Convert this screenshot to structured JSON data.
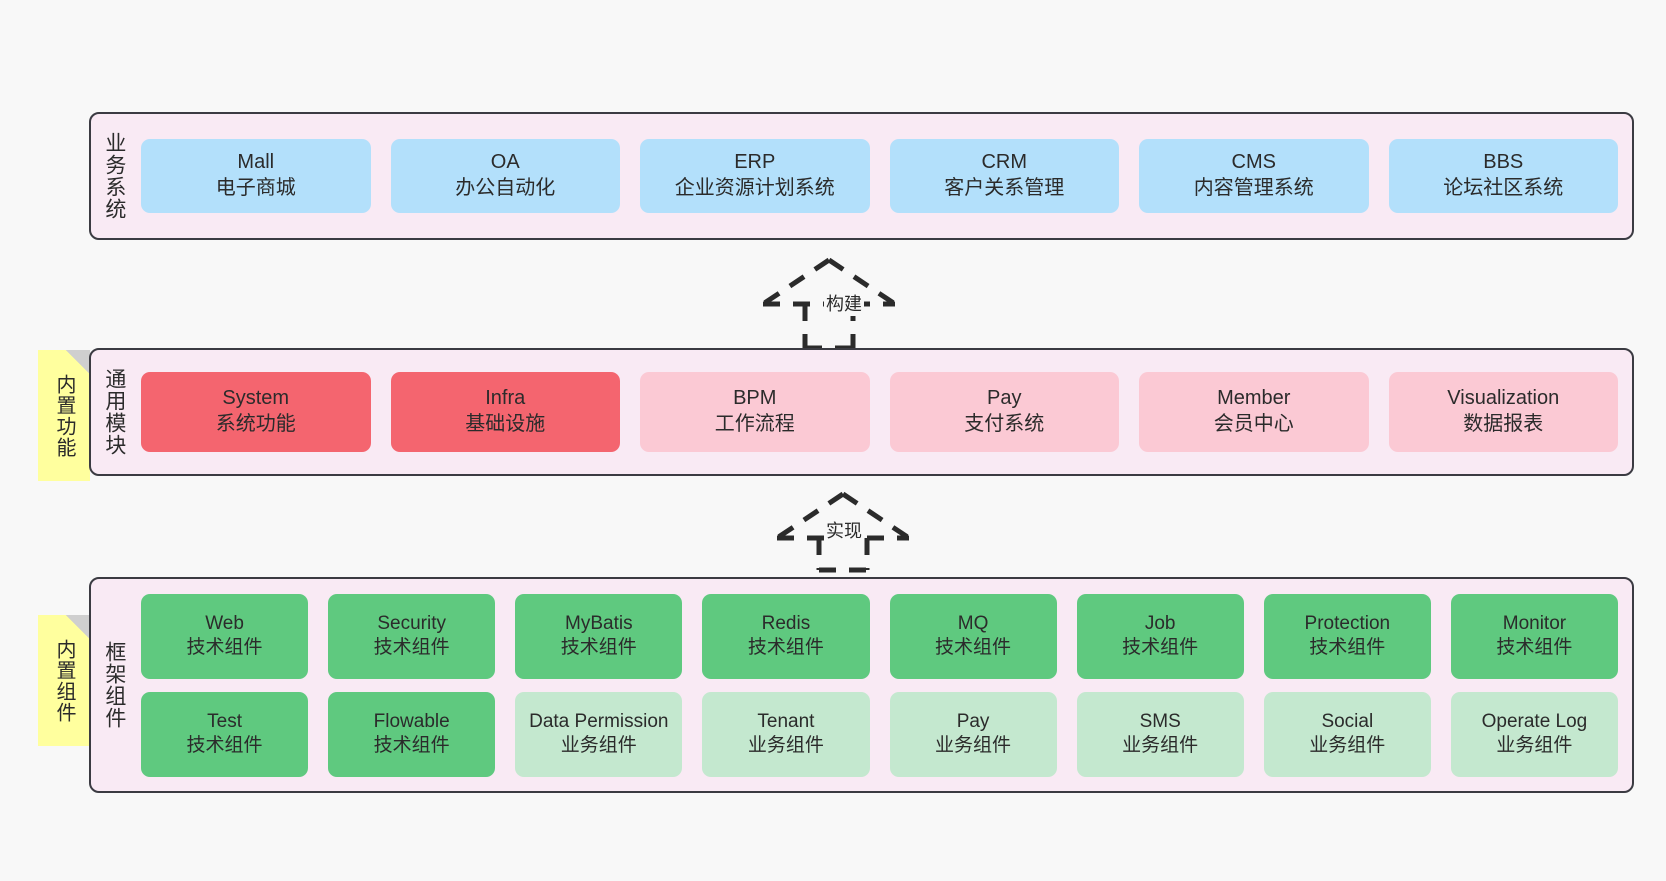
{
  "theme": {
    "background": "#f8f8f8",
    "panel_fill": "#f9eaf4",
    "panel_border": "#3b3b42",
    "business_box": "#b3e0fb",
    "module_active": "#f4656f",
    "module_inactive": "#fbc9d4",
    "tech_component": "#5fc97f",
    "biz_component": "#c4e8cf",
    "note_fill": "#ffff9e"
  },
  "layers": {
    "business": {
      "title": "业务系统",
      "items": [
        {
          "name": "Mall",
          "desc": "电子商城"
        },
        {
          "name": "OA",
          "desc": "办公自动化"
        },
        {
          "name": "ERP",
          "desc": "企业资源计划系统"
        },
        {
          "name": "CRM",
          "desc": "客户关系管理"
        },
        {
          "name": "CMS",
          "desc": "内容管理系统"
        },
        {
          "name": "BBS",
          "desc": "论坛社区系统"
        }
      ]
    },
    "common": {
      "title": "通用模块",
      "note": "内置功能",
      "items": [
        {
          "name": "System",
          "desc": "系统功能"
        },
        {
          "name": "Infra",
          "desc": "基础设施"
        },
        {
          "name": "BPM",
          "desc": "工作流程"
        },
        {
          "name": "Pay",
          "desc": "支付系统"
        },
        {
          "name": "Member",
          "desc": "会员中心"
        },
        {
          "name": "Visualization",
          "desc": "数据报表"
        }
      ]
    },
    "framework": {
      "title": "框架组件",
      "note": "内置组件",
      "row1": [
        {
          "name": "Web",
          "desc": "技术组件"
        },
        {
          "name": "Security",
          "desc": "技术组件"
        },
        {
          "name": "MyBatis",
          "desc": "技术组件"
        },
        {
          "name": "Redis",
          "desc": "技术组件"
        },
        {
          "name": "MQ",
          "desc": "技术组件"
        },
        {
          "name": "Job",
          "desc": "技术组件"
        },
        {
          "name": "Protection",
          "desc": "技术组件"
        },
        {
          "name": "Monitor",
          "desc": "技术组件"
        }
      ],
      "row2": [
        {
          "name": "Test",
          "desc": "技术组件"
        },
        {
          "name": "Flowable",
          "desc": "技术组件"
        },
        {
          "name": "Data Permission",
          "desc": "业务组件"
        },
        {
          "name": "Tenant",
          "desc": "业务组件"
        },
        {
          "name": "Pay",
          "desc": "业务组件"
        },
        {
          "name": "SMS",
          "desc": "业务组件"
        },
        {
          "name": "Social",
          "desc": "业务组件"
        },
        {
          "name": "Operate Log",
          "desc": "业务组件"
        }
      ]
    }
  },
  "connectors": [
    {
      "label": "构建"
    },
    {
      "label": "实现"
    }
  ]
}
